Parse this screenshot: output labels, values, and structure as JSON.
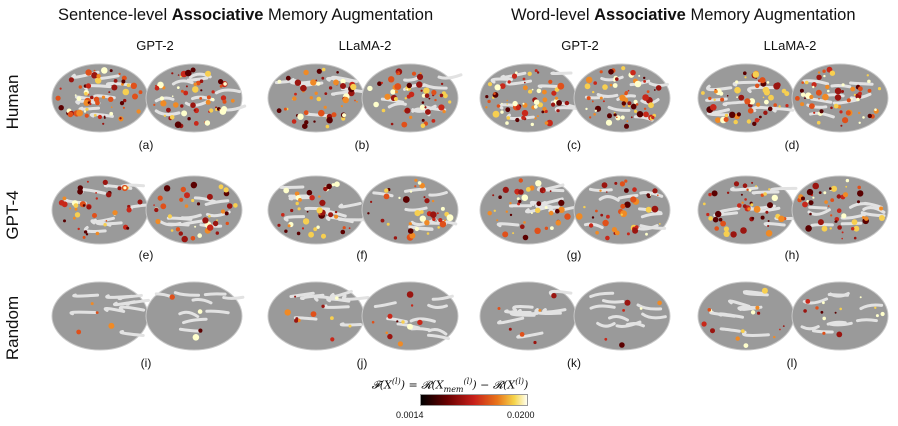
{
  "section_titles": {
    "left": {
      "prefix": "Sentence-level ",
      "bold": "Associative",
      "suffix": " Memory Augmentation"
    },
    "right": {
      "prefix": "Word-level ",
      "bold": "Associative",
      "suffix": " Memory Augmentation"
    }
  },
  "model_labels": [
    "GPT-2",
    "LLaMA-2",
    "GPT-2",
    "LLaMA-2"
  ],
  "row_labels": [
    "Human",
    "GPT-4",
    "Random"
  ],
  "panels": [
    {
      "caption": "(a)",
      "density": 0.9
    },
    {
      "caption": "(b)",
      "density": 0.8
    },
    {
      "caption": "(c)",
      "density": 0.95
    },
    {
      "caption": "(d)",
      "density": 0.85
    },
    {
      "caption": "(e)",
      "density": 0.6
    },
    {
      "caption": "(f)",
      "density": 0.55
    },
    {
      "caption": "(g)",
      "density": 0.6
    },
    {
      "caption": "(h)",
      "density": 0.7
    },
    {
      "caption": "(i)",
      "density": 0.05
    },
    {
      "caption": "(j)",
      "density": 0.15
    },
    {
      "caption": "(k)",
      "density": 0.08
    },
    {
      "caption": "(l)",
      "density": 0.2
    }
  ],
  "formula": "F(X(l)) = R(Xmem(l)) − R(X(l))",
  "colorbar": {
    "min": "0.0014",
    "max": "0.0200",
    "colors": [
      "#000000",
      "#6a0000",
      "#c8201a",
      "#e8741a",
      "#f5d44a",
      "#fffff0"
    ]
  }
}
